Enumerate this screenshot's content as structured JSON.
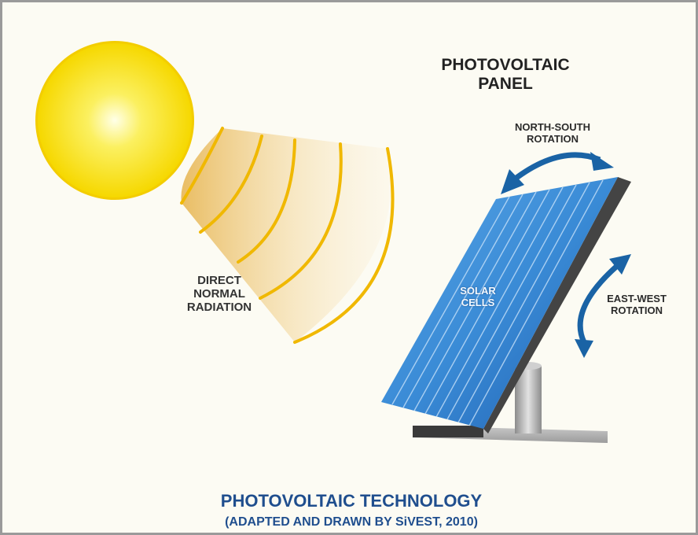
{
  "panel_title": [
    "PHOTOVOLTAIC",
    "PANEL"
  ],
  "north_south_label": [
    "NORTH-SOUTH",
    "ROTATION"
  ],
  "east_west_label": [
    "EAST-WEST",
    "ROTATION"
  ],
  "solar_cells_label": [
    "SOLAR",
    "CELLS"
  ],
  "radiation_label": [
    "DIRECT",
    "NORMAL",
    "RADIATION"
  ],
  "footer": {
    "title": "PHOTOVOLTAIC TECHNOLOGY",
    "subtitle": "(ADAPTED AND DRAWN BY SiVEST, 2010)"
  },
  "colors": {
    "sun": "#f7de00",
    "radiation_line": "#f0b800",
    "panel_blue": "#3b87cf",
    "arrow_blue": "#1a63a5",
    "title_blue": "#1f4e8e"
  },
  "icons": [
    "sun-icon",
    "radiation-waves",
    "solar-panel-icon",
    "north-south-rotation-arrow",
    "east-west-rotation-arrow"
  ]
}
